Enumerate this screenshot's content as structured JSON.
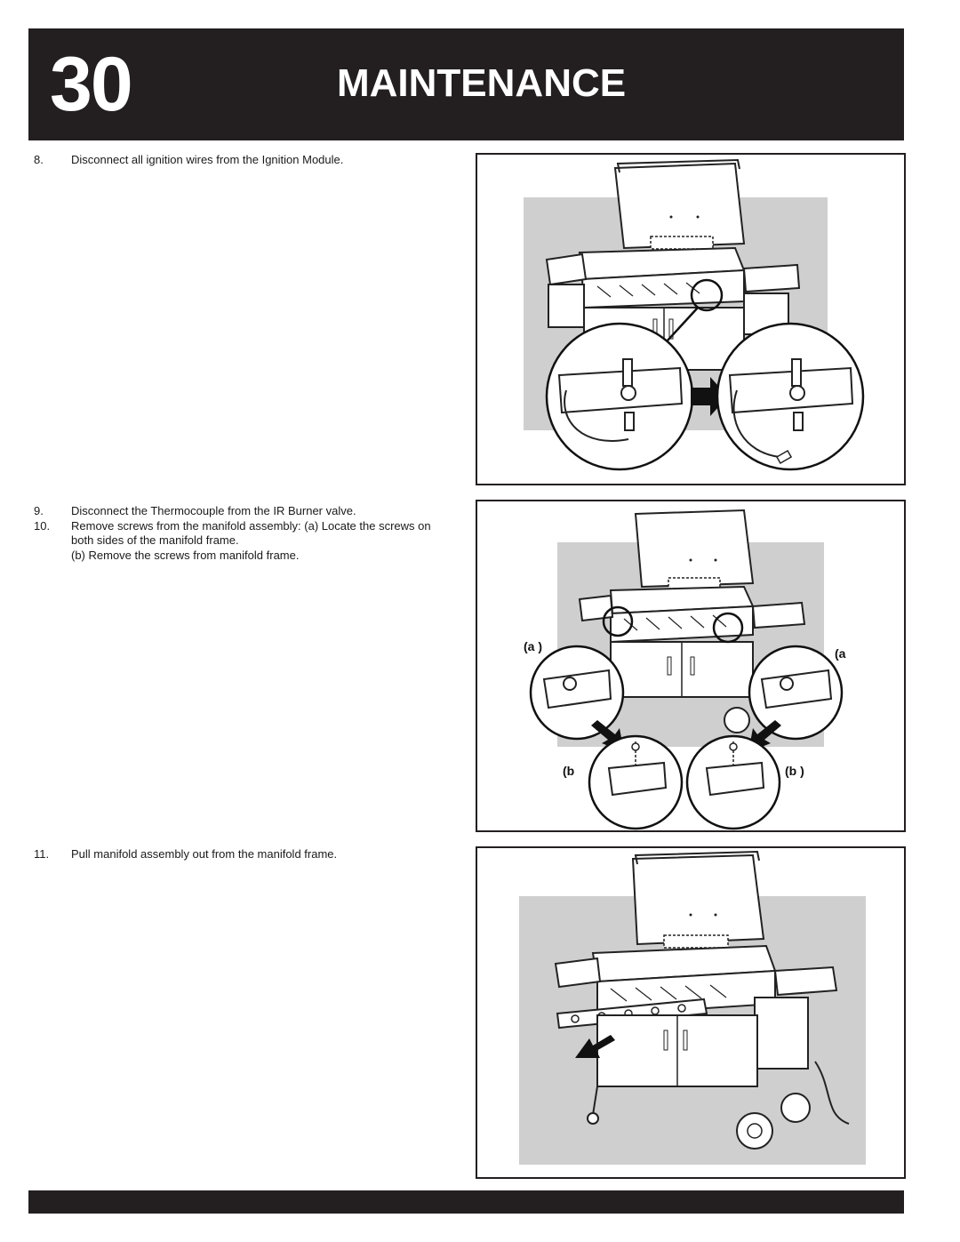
{
  "header": {
    "page_number": "30",
    "section_title": "MAINTENANCE"
  },
  "steps": [
    {
      "number": "8.",
      "text": "Disconnect all ignition wires from the Ignition Module."
    },
    {
      "number": "9.",
      "text": "Disconnect the Thermocouple from the IR Burner valve."
    },
    {
      "number": "10.",
      "text": "Remove screws from the manifold assembly: (a) Locate the screws on both sides of the manifold frame."
    },
    {
      "number": "",
      "text": "(b) Remove the screws from manifold frame."
    },
    {
      "number": "11.",
      "text": "Pull manifold assembly out from the manifold frame."
    }
  ],
  "figure2_labels": {
    "a_left": "(a )",
    "a_right": "(a",
    "b_left": "(b",
    "b_right": "(b )"
  }
}
